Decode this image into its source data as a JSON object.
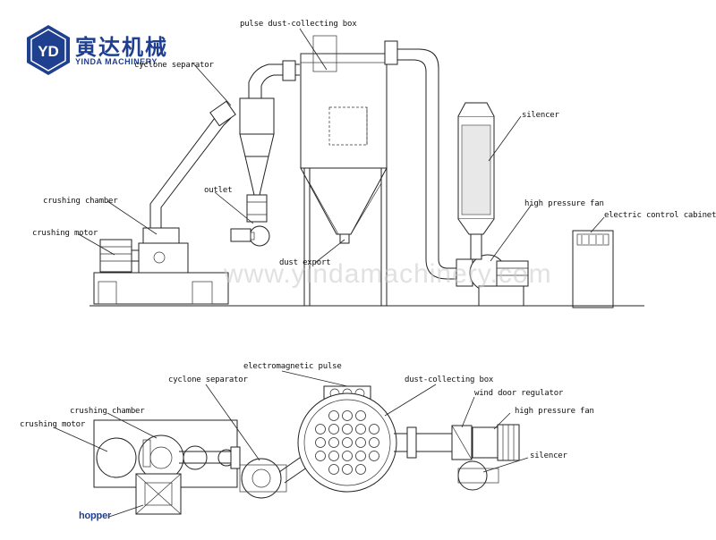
{
  "brand": {
    "logo_letters": "YD",
    "name_cn": "寅达机械",
    "name_en": "YINDA MACHINERY",
    "color": "#1f3f8f"
  },
  "watermark": "www.yindamachinery.com",
  "elevation_view": {
    "labels": {
      "pulse_box": "pulse dust-collecting box",
      "cyclone": "cyclone separator",
      "silencer": "silencer",
      "crushing_chamber": "crushing chamber",
      "outlet": "outlet",
      "high_pressure_fan": "high pressure fan",
      "electric_cabinet": "electric control cabinet",
      "crushing_motor": "crushing motor",
      "dust_export": "dust export"
    }
  },
  "plan_view": {
    "labels": {
      "electromagnetic_pulse": "electromagnetic pulse",
      "cyclone": "cyclone separator",
      "dust_box": "dust-collecting box",
      "wind_door": "wind door regulator",
      "crushing_chamber": "crushing chamber",
      "high_pressure_fan": "high pressure fan",
      "crushing_motor": "crushing motor",
      "silencer": "silencer",
      "hopper": "hopper"
    }
  }
}
